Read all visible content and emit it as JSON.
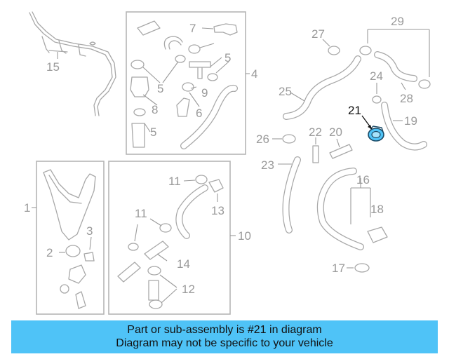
{
  "callouts": {
    "c1": "1",
    "c2": "2",
    "c3": "3",
    "c4": "4",
    "c5a": "5",
    "c5b": "5",
    "c5c": "5",
    "c6": "6",
    "c7": "7",
    "c8": "8",
    "c9": "9",
    "c10": "10",
    "c11a": "11",
    "c11b": "11",
    "c12": "12",
    "c13": "13",
    "c14": "14",
    "c15": "15",
    "c16": "16",
    "c17": "17",
    "c18": "18",
    "c19": "19",
    "c20": "20",
    "c21": "21",
    "c22": "22",
    "c23": "23",
    "c24": "24",
    "c25": "25",
    "c26": "26",
    "c27": "27",
    "c28": "28",
    "c29": "29"
  },
  "highlight": {
    "part_number": "21",
    "color": "#4fc3f7"
  },
  "caption": {
    "line1": "Part or sub-assembly is #21 in diagram",
    "line2": "Diagram may not be specific to your vehicle",
    "background": "#4fc3f7"
  }
}
